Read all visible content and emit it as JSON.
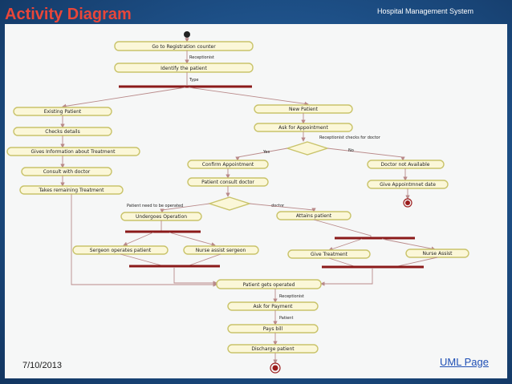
{
  "slide": {
    "title": "Activity Diagram",
    "subtitle": "Hospital Management System",
    "date": "7/10/2013",
    "link": "UML Page",
    "title_color": "#e8463a",
    "background": "#1d4f86"
  },
  "diagram": {
    "nodes": {
      "go_to_registration": "Go to Registration counter",
      "identify_patient": "Identify the patient",
      "existing_patient": "Existing Patient",
      "checks_details": "Checks details",
      "gives_information": "Gives Information about Treatment",
      "consult_with_doctor": "Consult with doctor",
      "takes_remaining": "Takes remaining Treatment",
      "new_patient": "New Patient",
      "ask_for_appointment": "Ask for Appointment",
      "confirm_appointment": "Confirm Appointment",
      "patient_consult_doctor": "Patient consult doctor",
      "doctor_not_available": "Doctor not Available",
      "give_appointment_date": "Give Appointmnet date",
      "undergoes_operation": "Undergoes Operation",
      "attains_patient": "Attains patient",
      "sergeon_operates": "Sergeon operates patient",
      "nurse_assist_sergeon": "Nurse assist sergeon",
      "give_treatment": "Give Treatment",
      "nurse_assist": "Nurse Assist",
      "patient_gets_operated": "Patient gets operated",
      "ask_for_payment": "Ask for Payment",
      "pays_bill": "Pays bill",
      "discharge_patient": "Discharge patient"
    },
    "labels": {
      "receptionist_1": "Receptionist",
      "type": "Type",
      "receptionist_checks": "Receptionist checks for doctor",
      "yes": "Yes",
      "no": "No",
      "patient_need_operated": "Patient need to be operated",
      "doctor": "doctor",
      "receptionist_2": "Receptionist",
      "patient": "Patient"
    }
  }
}
